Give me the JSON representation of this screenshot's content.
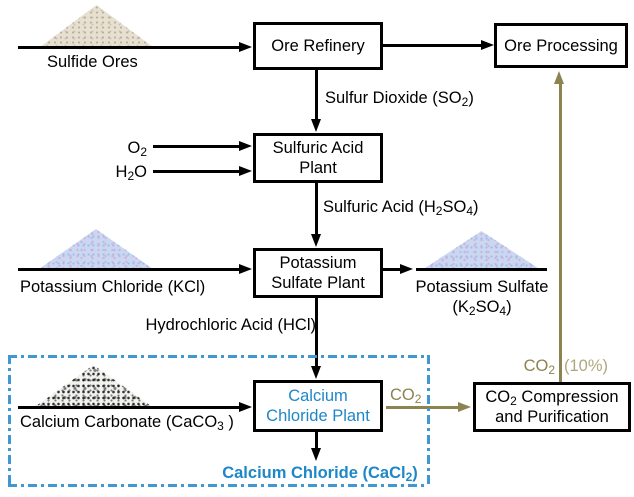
{
  "colors": {
    "blue_text": "#1E87C8",
    "blue_border": "#3F98D4",
    "olive": "#8C8350",
    "olive_light": "#AFA77E",
    "pile_sand": "#E7E0D1",
    "pile_blue": "#C9D8F1",
    "pile_white": "#F2F2EF"
  },
  "boxes": {
    "ore_refinery": [
      [
        {
          "t": "Ore Refinery"
        }
      ]
    ],
    "ore_processing": [
      [
        {
          "t": "Ore Processing"
        }
      ]
    ],
    "sulfuric_acid_plant": [
      [
        {
          "t": "Sulfuric Acid"
        }
      ],
      [
        {
          "t": "Plant"
        }
      ]
    ],
    "potassium_sulfate_plant": [
      [
        {
          "t": "Potassium"
        }
      ],
      [
        {
          "t": "Sulfate Plant"
        }
      ]
    ],
    "calcium_chloride_plant": [
      [
        {
          "t": "Calcium"
        }
      ],
      [
        {
          "t": "Chloride Plant"
        }
      ]
    ],
    "co2_compression": [
      [
        {
          "t": "CO"
        },
        {
          "t": "2",
          "sub": true
        },
        {
          "t": " Compression"
        }
      ],
      [
        {
          "t": "and Purification"
        }
      ]
    ]
  },
  "labels": {
    "sulfide_ores": [
      [
        {
          "t": "Sulfide Ores"
        }
      ]
    ],
    "sulfur_dioxide": [
      [
        {
          "t": "Sulfur Dioxide (SO"
        },
        {
          "t": "2",
          "sub": true
        },
        {
          "t": ")"
        }
      ]
    ],
    "oxygen": [
      [
        {
          "t": "O"
        },
        {
          "t": "2",
          "sub": true
        }
      ]
    ],
    "water": [
      [
        {
          "t": "H"
        },
        {
          "t": "2",
          "sub": true
        },
        {
          "t": "O"
        }
      ]
    ],
    "sulfuric_acid": [
      [
        {
          "t": "Sulfuric Acid (H"
        },
        {
          "t": "2",
          "sub": true
        },
        {
          "t": "SO"
        },
        {
          "t": "4",
          "sub": true
        },
        {
          "t": ")"
        }
      ]
    ],
    "potassium_chloride": [
      [
        {
          "t": "Potassium Chloride (KCl)"
        }
      ]
    ],
    "potassium_sulfate": [
      [
        {
          "t": "Potassium Sulfate"
        }
      ],
      [
        {
          "t": "(K"
        },
        {
          "t": "2",
          "sub": true
        },
        {
          "t": "SO"
        },
        {
          "t": "4",
          "sub": true
        },
        {
          "t": ")"
        }
      ]
    ],
    "hydrochloric_acid": [
      [
        {
          "t": "Hydrochloric Acid (HCl)"
        }
      ]
    ],
    "calcium_carbonate": [
      [
        {
          "t": "Calcium Carbonate (CaCO"
        },
        {
          "t": "3",
          "sub": true
        },
        {
          "t": " )"
        }
      ]
    ],
    "calcium_chloride_product": [
      [
        {
          "t": "Calcium Chloride (CaCl"
        },
        {
          "t": "2",
          "sub": true
        },
        {
          "t": ")"
        }
      ]
    ],
    "co2_stream": [
      [
        {
          "t": "CO"
        },
        {
          "t": "2",
          "sub": true
        }
      ]
    ],
    "co2_recycle": [
      [
        {
          "t": "CO"
        },
        {
          "t": "2",
          "sub": true
        }
      ]
    ],
    "co2_recycle_pct": [
      [
        {
          "t": "(10%)"
        }
      ]
    ]
  }
}
